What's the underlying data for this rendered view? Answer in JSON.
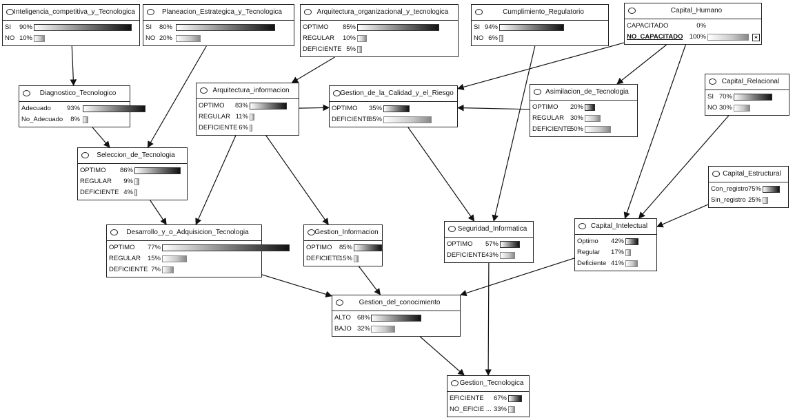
{
  "nodes": [
    {
      "id": "ic",
      "title": "Inteligencia_competitiva_y_Tecnologica",
      "states": [
        {
          "label": "SI",
          "pct": "90%",
          "value": 90
        },
        {
          "label": "NO",
          "pct": "10%",
          "value": 10
        }
      ]
    },
    {
      "id": "pe",
      "title": "Planeacion_Estrategica_y_Tecnologica",
      "states": [
        {
          "label": "SI",
          "pct": "80%",
          "value": 80
        },
        {
          "label": "NO",
          "pct": "20%",
          "value": 20
        }
      ]
    },
    {
      "id": "ao",
      "title": "Arquitectura_organizacional_y_tecnologica",
      "states": [
        {
          "label": "OPTIMO",
          "pct": "85%",
          "value": 85
        },
        {
          "label": "REGULAR",
          "pct": "10%",
          "value": 10
        },
        {
          "label": "DEFICIENTE",
          "pct": "5%",
          "value": 5
        }
      ]
    },
    {
      "id": "cr",
      "title": "Cumplimiento_Regulatorio",
      "states": [
        {
          "label": "SI",
          "pct": "94%",
          "value": 94
        },
        {
          "label": "NO",
          "pct": "6%",
          "value": 6
        }
      ]
    },
    {
      "id": "ch",
      "title": "Capital_Humano",
      "states": [
        {
          "label": "CAPACITADO",
          "pct": "0%",
          "value": 0
        },
        {
          "label": "NO_CAPACITADO",
          "pct": "100%",
          "value": 100,
          "selected": true
        }
      ]
    },
    {
      "id": "dt",
      "title": "Diagnostico_Tecnologico",
      "states": [
        {
          "label": "Adecuado",
          "pct": "93%",
          "value": 93
        },
        {
          "label": "No_Adecuado",
          "pct": "8%",
          "value": 8
        }
      ]
    },
    {
      "id": "ai",
      "title": "Arquitectura_informacion",
      "states": [
        {
          "label": "OPTIMO",
          "pct": "83%",
          "value": 83
        },
        {
          "label": "REGULAR",
          "pct": "11%",
          "value": 11
        },
        {
          "label": "DEFICIENTE",
          "pct": "6%",
          "value": 6
        }
      ]
    },
    {
      "id": "gcr",
      "title": "Gestion_de_la_Calidad_y_el_Riesgo",
      "states": [
        {
          "label": "OPTIMO",
          "pct": "35%",
          "value": 35
        },
        {
          "label": "DEFICIENTE",
          "pct": "65%",
          "value": 65
        }
      ]
    },
    {
      "id": "at",
      "title": "Asimilacion_de_Tecnologia",
      "states": [
        {
          "label": "OPTIMO",
          "pct": "20%",
          "value": 20
        },
        {
          "label": "REGULAR",
          "pct": "30%",
          "value": 30
        },
        {
          "label": "DEFICIENTE",
          "pct": "50%",
          "value": 50
        }
      ]
    },
    {
      "id": "crel",
      "title": "Capital_Relacional",
      "states": [
        {
          "label": "SI",
          "pct": "70%",
          "value": 70
        },
        {
          "label": "NO",
          "pct": "30%",
          "value": 30
        }
      ]
    },
    {
      "id": "st",
      "title": "Seleccion_de_Tecnologia",
      "states": [
        {
          "label": "OPTIMO",
          "pct": "86%",
          "value": 86
        },
        {
          "label": "REGULAR",
          "pct": "9%",
          "value": 9
        },
        {
          "label": "DEFICIENTE",
          "pct": "4%",
          "value": 4
        }
      ]
    },
    {
      "id": "ce",
      "title": "Capital_Estructural",
      "states": [
        {
          "label": "Con_registro",
          "pct": "75%",
          "value": 75
        },
        {
          "label": "Sin_registro",
          "pct": "25%",
          "value": 25
        }
      ]
    },
    {
      "id": "da",
      "title": "Desarrollo_y_o_Adquisicion_Tecnologia",
      "states": [
        {
          "label": "OPTIMO",
          "pct": "77%",
          "value": 77
        },
        {
          "label": "REGULAR",
          "pct": "15%",
          "value": 15
        },
        {
          "label": "DEFICIENTE",
          "pct": "7%",
          "value": 7
        }
      ]
    },
    {
      "id": "gi",
      "title": "Gestion_Informacion",
      "states": [
        {
          "label": "OPTIMO",
          "pct": "85%",
          "value": 85
        },
        {
          "label": "DEFICIETE",
          "pct": "15%",
          "value": 15
        }
      ]
    },
    {
      "id": "si",
      "title": "Seguridad_Informatica",
      "states": [
        {
          "label": "OPTIMO",
          "pct": "57%",
          "value": 57
        },
        {
          "label": "DEFICIENTE",
          "pct": "43%",
          "value": 43
        }
      ]
    },
    {
      "id": "ci",
      "title": "Capital_Intelectual",
      "states": [
        {
          "label": "Optimo",
          "pct": "42%",
          "value": 42
        },
        {
          "label": "Regular",
          "pct": "17%",
          "value": 17
        },
        {
          "label": "Deficiente",
          "pct": "41%",
          "value": 41
        }
      ]
    },
    {
      "id": "gc",
      "title": "Gestion_del_conocimiento",
      "states": [
        {
          "label": "ALTO",
          "pct": "68%",
          "value": 68
        },
        {
          "label": "BAJO",
          "pct": "32%",
          "value": 32
        }
      ]
    },
    {
      "id": "gt",
      "title": "Gestion_Tecnologica",
      "states": [
        {
          "label": "EFICIENTE",
          "pct": "67%",
          "value": 67
        },
        {
          "label": "NO_EFICIE ...",
          "pct": "33%",
          "value": 33
        }
      ]
    }
  ],
  "edges": [
    [
      "ic",
      "dt"
    ],
    [
      "dt",
      "st"
    ],
    [
      "pe",
      "st"
    ],
    [
      "st",
      "da"
    ],
    [
      "ao",
      "ai"
    ],
    [
      "ai",
      "gcr"
    ],
    [
      "ai",
      "da"
    ],
    [
      "ai",
      "gi"
    ],
    [
      "at",
      "gcr"
    ],
    [
      "ch",
      "gcr"
    ],
    [
      "ch",
      "at"
    ],
    [
      "ch",
      "ci"
    ],
    [
      "cr",
      "si"
    ],
    [
      "gcr",
      "si"
    ],
    [
      "crel",
      "ci"
    ],
    [
      "ce",
      "ci"
    ],
    [
      "da",
      "gc"
    ],
    [
      "gi",
      "gc"
    ],
    [
      "ci",
      "gc"
    ],
    [
      "si",
      "gt"
    ],
    [
      "gc",
      "gt"
    ]
  ],
  "icons": {
    "node_icon": "ellipse-icon",
    "evidence_icon": "wand-icon"
  }
}
